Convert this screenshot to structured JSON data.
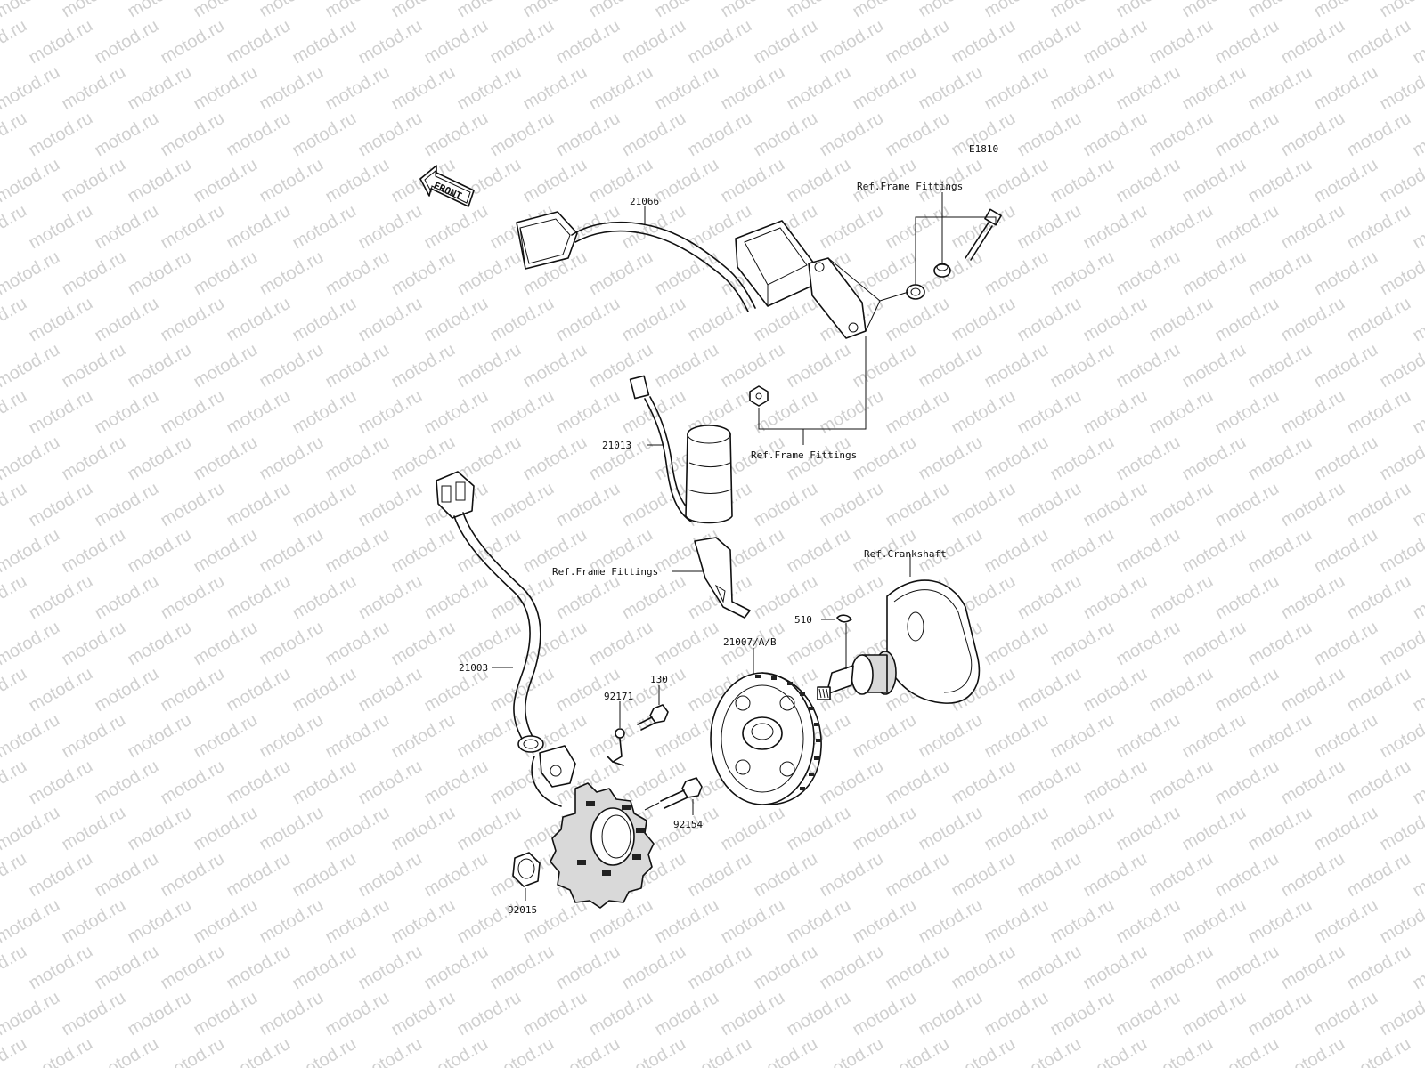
{
  "watermark": {
    "text": "motod.ru",
    "color": "#d0d0d0"
  },
  "diagram_code": "E1810",
  "front_marker": {
    "label": "FRONT"
  },
  "parts": {
    "harness_21066": "21066",
    "condenser_21013": "21013",
    "stator_21003": "21003",
    "rotor_21007": "21007/A/B",
    "key_510": "510",
    "bolt_130": "130",
    "clamp_92171": "92171",
    "bolt_92154": "92154",
    "nut_92015": "92015"
  },
  "references": {
    "frame_fittings_top": "Ref.Frame Fittings",
    "frame_fittings_middle": "Ref.Frame Fittings",
    "frame_fittings_left": "Ref.Frame Fittings",
    "crankshaft": "Ref.Crankshaft"
  }
}
